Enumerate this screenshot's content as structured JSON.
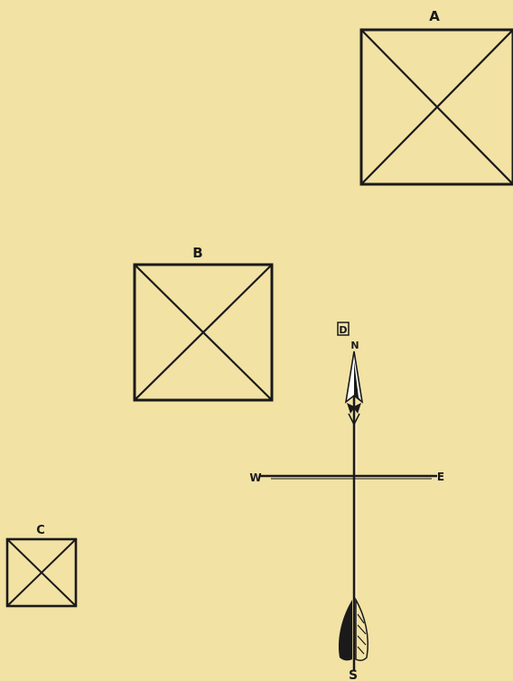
{
  "labels": {
    "square_a": "A",
    "square_b": "B",
    "square_c": "C",
    "marker_d": "D"
  },
  "compass": {
    "north": "N",
    "south": "S",
    "east": "E",
    "west": "W"
  },
  "colors": {
    "background": "#f2e2a4",
    "ink": "#1a1a1a"
  }
}
